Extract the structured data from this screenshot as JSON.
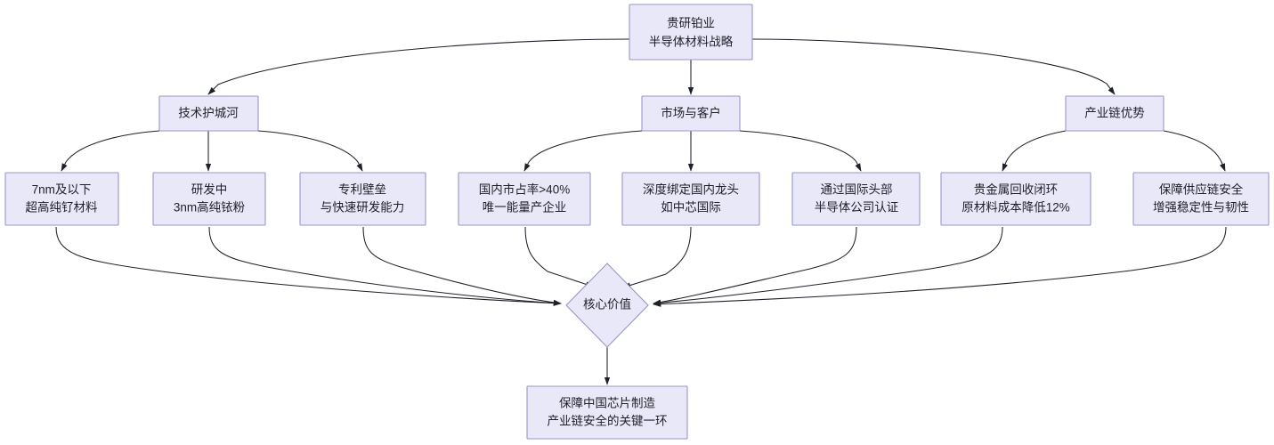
{
  "diagram": {
    "type": "flowchart",
    "title": "贵研铂业 半导体材料战略",
    "direction": "top-down",
    "background_color": "#ffffff",
    "node_fill_color": "#e8e8f8",
    "node_border_color": "#9a96c8",
    "edge_color": "#20202a",
    "text_color": "#1f1f28"
  },
  "nodes": {
    "root": {
      "id": "root",
      "shape": "rect",
      "line1": "贵研铂业",
      "line2": "半导体材料战略"
    },
    "branch_tech": {
      "id": "branch_tech",
      "shape": "rect",
      "line1": "技术护城河",
      "line2": ""
    },
    "branch_market": {
      "id": "branch_market",
      "shape": "rect",
      "line1": "市场与客户",
      "line2": ""
    },
    "branch_chain": {
      "id": "branch_chain",
      "shape": "rect",
      "line1": "产业链优势",
      "line2": ""
    },
    "leaf_ru": {
      "id": "leaf_ru",
      "shape": "rect",
      "line1": "7nm及以下",
      "line2": "超高纯钌材料"
    },
    "leaf_ir": {
      "id": "leaf_ir",
      "shape": "rect",
      "line1": "研发中",
      "line2": "3nm高纯铱粉"
    },
    "leaf_patent": {
      "id": "leaf_patent",
      "shape": "rect",
      "line1": "专利壁垒",
      "line2": "与快速研发能力"
    },
    "leaf_share": {
      "id": "leaf_share",
      "shape": "rect",
      "line1": "国内市占率>40%",
      "line2": "唯一能量产企业"
    },
    "leaf_smic": {
      "id": "leaf_smic",
      "shape": "rect",
      "line1": "深度绑定国内龙头",
      "line2": "如中芯国际"
    },
    "leaf_cert": {
      "id": "leaf_cert",
      "shape": "rect",
      "line1": "通过国际头部",
      "line2": "半导体公司认证"
    },
    "leaf_recycle": {
      "id": "leaf_recycle",
      "shape": "rect",
      "line1": "贵金属回收闭环",
      "line2": "原材料成本降低12%"
    },
    "leaf_supply": {
      "id": "leaf_supply",
      "shape": "rect",
      "line1": "保障供应链安全",
      "line2": "增强稳定性与韧性"
    },
    "core_value": {
      "id": "core_value",
      "shape": "diamond",
      "line1": "核心价值",
      "line2": ""
    },
    "outcome": {
      "id": "outcome",
      "shape": "rect",
      "line1": "保障中国芯片制造",
      "line2": "产业链安全的关键一环"
    }
  },
  "edges": [
    {
      "from": "root",
      "to": "branch_tech"
    },
    {
      "from": "root",
      "to": "branch_market"
    },
    {
      "from": "root",
      "to": "branch_chain"
    },
    {
      "from": "branch_tech",
      "to": "leaf_ru"
    },
    {
      "from": "branch_tech",
      "to": "leaf_ir"
    },
    {
      "from": "branch_tech",
      "to": "leaf_patent"
    },
    {
      "from": "branch_market",
      "to": "leaf_share"
    },
    {
      "from": "branch_market",
      "to": "leaf_smic"
    },
    {
      "from": "branch_market",
      "to": "leaf_cert"
    },
    {
      "from": "branch_chain",
      "to": "leaf_recycle"
    },
    {
      "from": "branch_chain",
      "to": "leaf_supply"
    },
    {
      "from": "leaf_ru",
      "to": "core_value"
    },
    {
      "from": "leaf_ir",
      "to": "core_value"
    },
    {
      "from": "leaf_patent",
      "to": "core_value"
    },
    {
      "from": "leaf_share",
      "to": "core_value"
    },
    {
      "from": "leaf_smic",
      "to": "core_value"
    },
    {
      "from": "leaf_cert",
      "to": "core_value"
    },
    {
      "from": "leaf_recycle",
      "to": "core_value"
    },
    {
      "from": "leaf_supply",
      "to": "core_value"
    },
    {
      "from": "core_value",
      "to": "outcome"
    }
  ]
}
